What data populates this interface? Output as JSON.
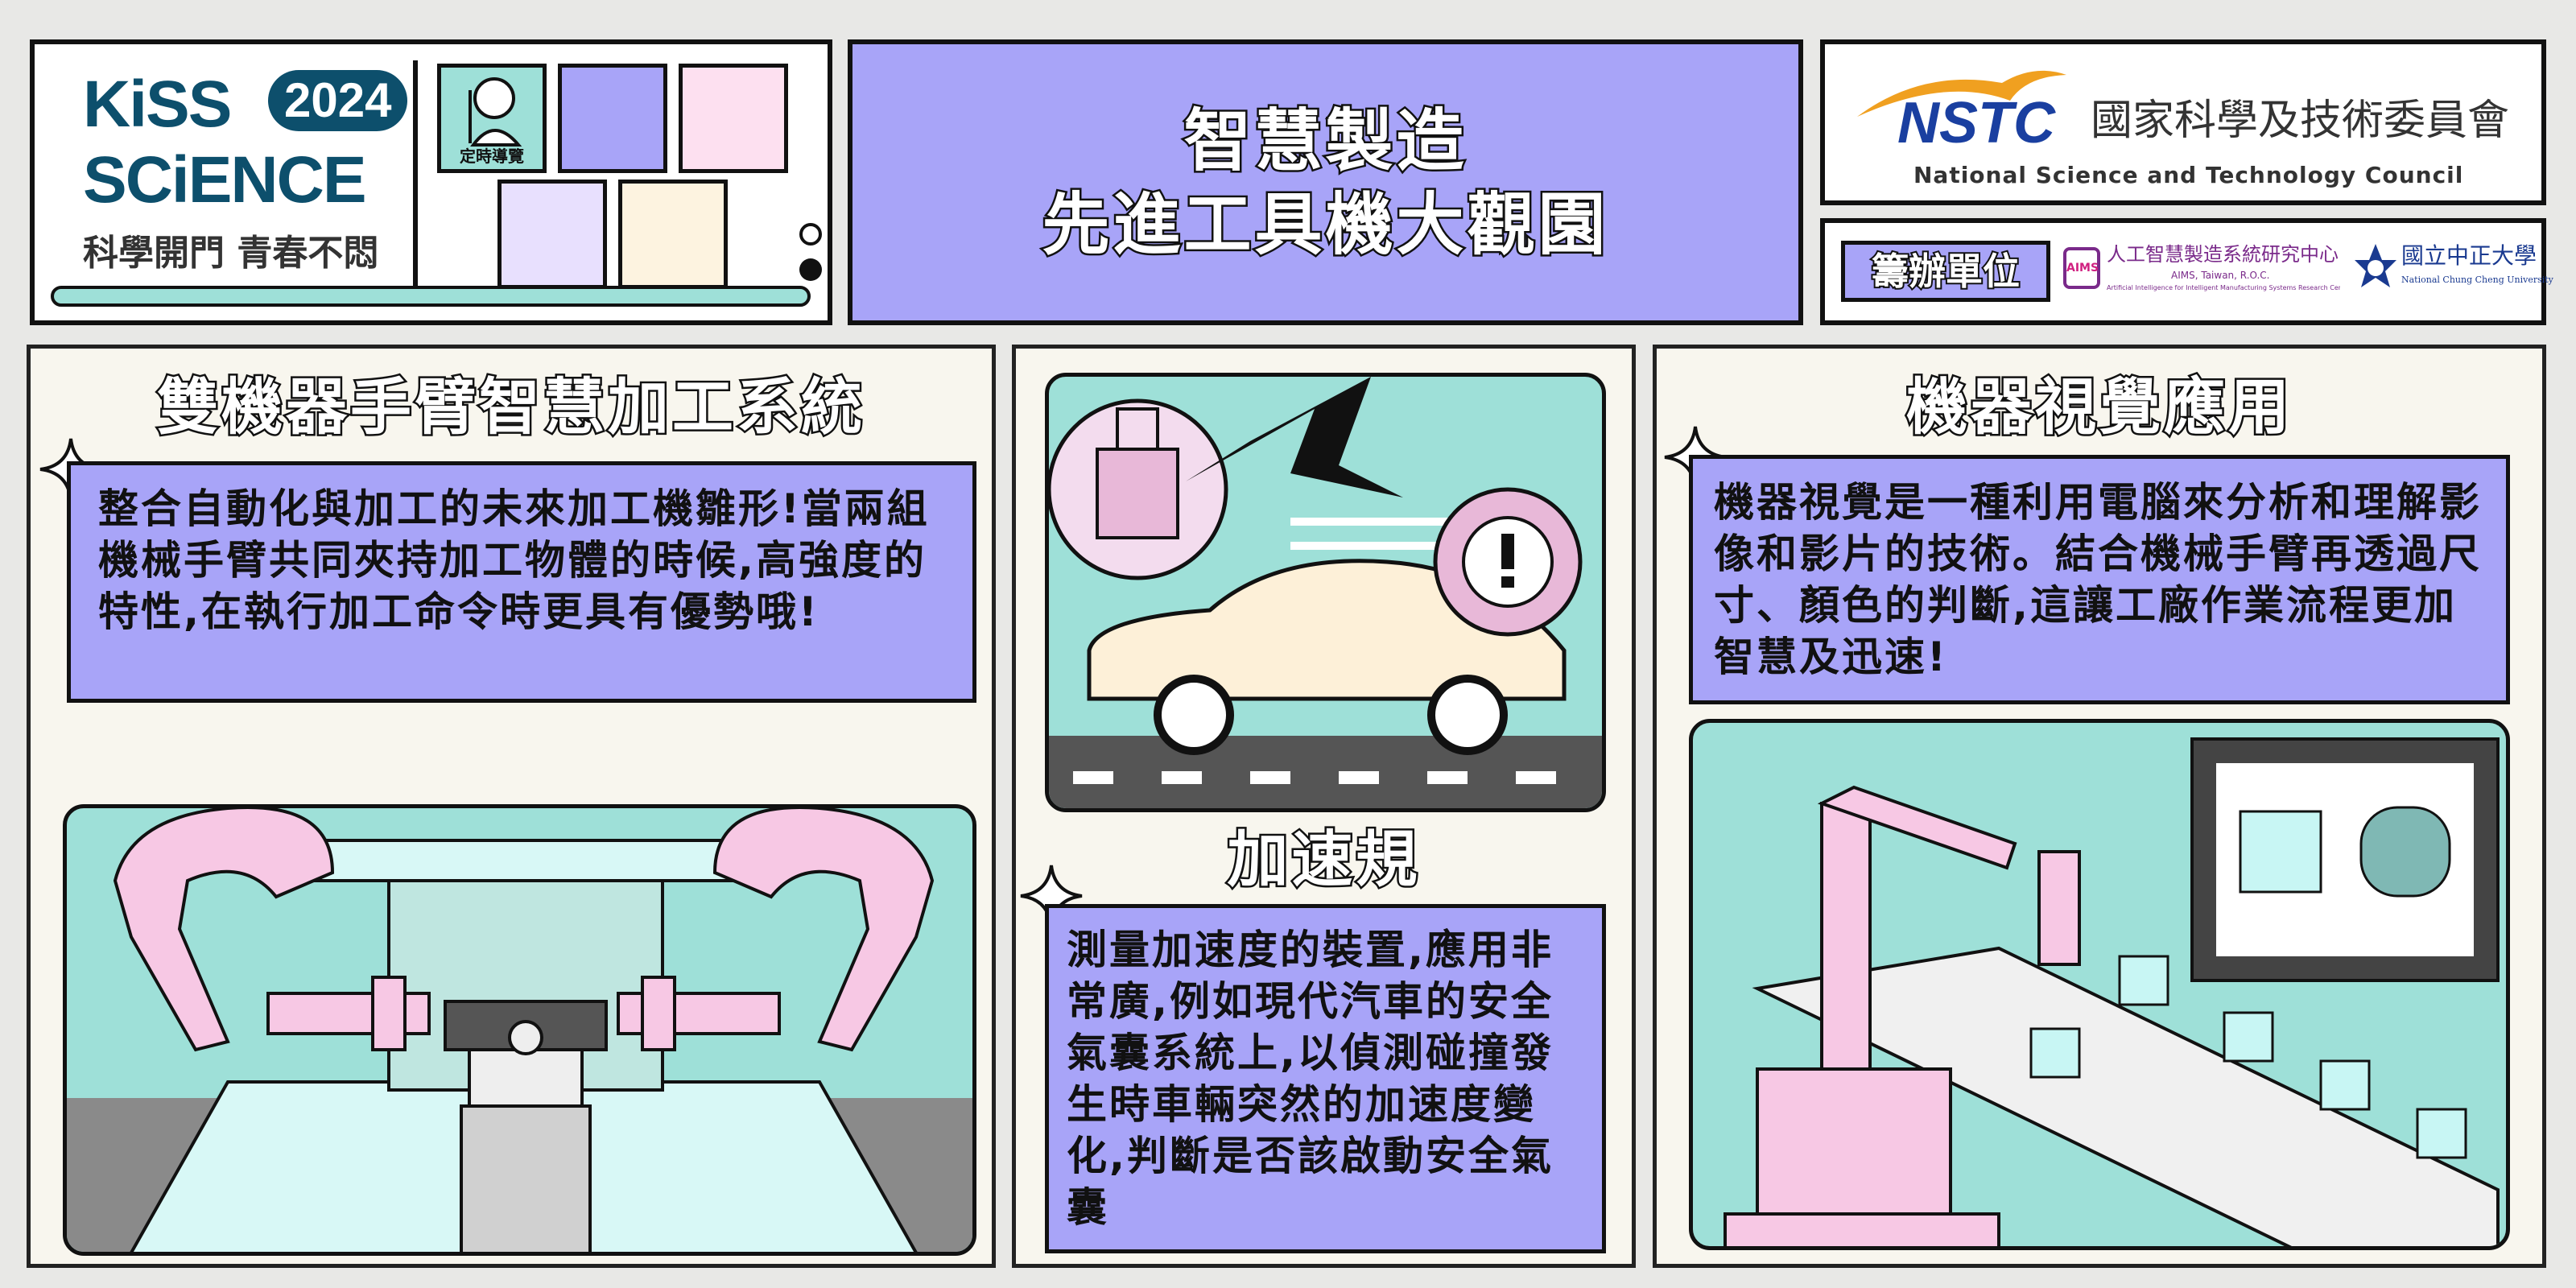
{
  "header": {
    "logo": {
      "line1": "KiSS",
      "year": "2024",
      "line2": "SCiENCE",
      "slogan": "科學開門 青春不悶"
    },
    "guide_label": "定時導覽",
    "title_lines": [
      "智慧製造",
      "先進工具機大觀園"
    ],
    "nstc": {
      "abbr": "NSTC",
      "name_zh": "國家科學及技術委員會",
      "name_en": "National Science and Technology Council"
    },
    "organizer": {
      "label": "籌辦單位",
      "aims_zh": "人工智慧製造系統研究中心",
      "aims_en": "AIMS, Taiwan, R.O.C.",
      "aims_full": "Artificial Intelligence for Intelligent Manufacturing Systems Research Center",
      "ccu_zh": "國立中正大學",
      "ccu_en": "National Chung Cheng University"
    }
  },
  "panels": [
    {
      "title": "雙機器手臂智慧加工系統",
      "text": "整合自動化與加工的未來加工機雛形!當兩組機械手臂共同夾持加工物體的時候,高強度的特性,在執行加工命令時更具有優勢哦!"
    },
    {
      "title": "加速規",
      "text": "測量加速度的裝置,應用非常廣,例如現代汽車的安全氣囊系統上,以偵測碰撞發生時車輛突然的加速度變化,判斷是否該啟動安全氣囊"
    },
    {
      "title": "機器視覺應用",
      "text": "機器視覺是一種利用電腦來分析和理解影像和影片的技術。結合機械手臂再透過尺寸、顏色的判斷,這讓工廠作業流程更加智慧及迅速!"
    }
  ],
  "colors": {
    "purple": "#a8a4f8",
    "teal": "#9ee0d8",
    "pink": "#f7c8e4",
    "navy": "#0d4f6c",
    "cream": "#f8f6ee"
  }
}
